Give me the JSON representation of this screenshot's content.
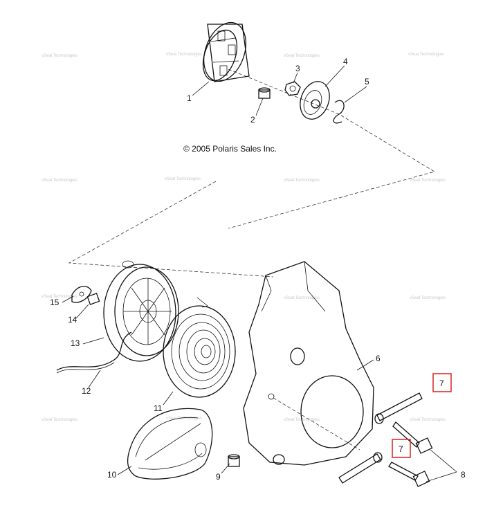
{
  "diagram": {
    "copyright": "© 2005 Polaris Sales Inc.",
    "watermark_text": "vSeat Technologies",
    "highlight_color": "#d9302c",
    "callouts": {
      "c1": "1",
      "c2": "2",
      "c3": "3",
      "c4": "4",
      "c5": "5",
      "c6": "6",
      "c7a": "7",
      "c7b": "7",
      "c8": "8",
      "c9": "9",
      "c10": "10",
      "c11": "11",
      "c12": "12",
      "c13": "13",
      "c14": "14",
      "c15": "15"
    }
  }
}
